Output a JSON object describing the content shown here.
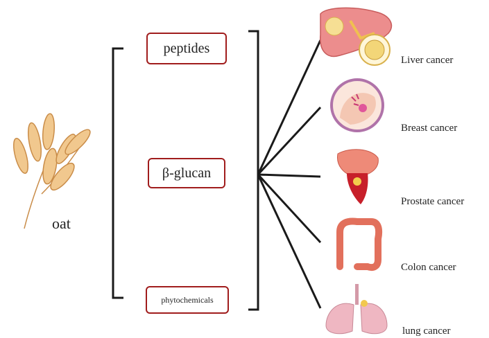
{
  "source": {
    "label": "oat"
  },
  "components": [
    {
      "label": "peptides"
    },
    {
      "label": "β-glucan"
    },
    {
      "label": "phytochemicals"
    }
  ],
  "targets": [
    {
      "label": "Liver cancer",
      "icon": "liver-icon"
    },
    {
      "label": "Breast cancer",
      "icon": "breast-icon"
    },
    {
      "label": "Prostate cancer",
      "icon": "prostate-icon"
    },
    {
      "label": "Colon cancer",
      "icon": "colon-icon"
    },
    {
      "label": "lung cancer",
      "icon": "lungs-icon"
    }
  ],
  "colors": {
    "box_border": "#a01c1c",
    "line": "#1a1a1a",
    "oat": "#e8b878"
  }
}
